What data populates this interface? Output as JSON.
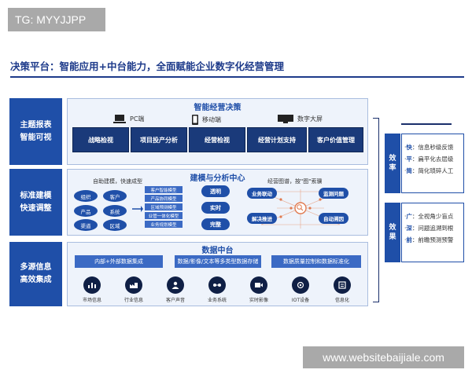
{
  "watermarks": {
    "top_left": "TG: MYYJJPP",
    "bottom_right": "www.websitebaijiale.com"
  },
  "headline": "决策平台：智能应用+中台能力，全面赋能企业数字化经营管理",
  "left_labels": [
    {
      "line1": "主题报表",
      "line2": "智能可视"
    },
    {
      "line1": "标准建模",
      "line2": "快速调整"
    },
    {
      "line1": "多源信息",
      "line2": "高效集成"
    }
  ],
  "top_band": {
    "title": "智能经营决策",
    "devices": [
      {
        "icon": "laptop-icon",
        "label": "PC端"
      },
      {
        "icon": "mobile-icon",
        "label": "移动端"
      },
      {
        "icon": "big-screen-icon",
        "label": "数字大屏"
      }
    ],
    "tiles": [
      "战略检视",
      "项目投产分析",
      "经营检视",
      "经营计划支持",
      "客户价值管理"
    ]
  },
  "middle_band": {
    "title": "建模与分析中心",
    "left_caption": "自助建模，快速成型",
    "entities": [
      "组织",
      "客户",
      "产品",
      "系统",
      "渠道",
      "区域"
    ],
    "models": [
      "客户智能模型",
      "产品协同模型",
      "区域预测模型",
      "业管一体化模型",
      "业务规划模型"
    ],
    "modes": [
      "透明",
      "实时",
      "完整"
    ],
    "right_caption": "经营图谱，按\"图\"索骥",
    "graph_nodes": [
      "业务联动",
      "监测问题",
      "解决推进",
      "自动溯因"
    ]
  },
  "bottom_band": {
    "title": "数据中台",
    "pills": [
      "内部+外部数据集成",
      "数据/影像/文本等多类型数据存储",
      "数据质量控制和数据标准化"
    ],
    "sources": [
      {
        "icon": "market-icon",
        "label": "市场信息"
      },
      {
        "icon": "industry-icon",
        "label": "行业信息"
      },
      {
        "icon": "customer-voice-icon",
        "label": "客户声音"
      },
      {
        "icon": "business-system-icon",
        "label": "业务系统"
      },
      {
        "icon": "video-icon",
        "label": "实时影像"
      },
      {
        "icon": "iot-icon",
        "label": "IOT设备"
      },
      {
        "icon": "other-data-icon",
        "label": "信息化"
      }
    ]
  },
  "right_panels": [
    {
      "label1": "效",
      "label2": "率",
      "items": [
        {
          "key": "快",
          "text": "信息秒级反馈"
        },
        {
          "key": "平",
          "text": "扁平化去层级"
        },
        {
          "key": "简",
          "text": "简化琐碎人工"
        }
      ]
    },
    {
      "label1": "效",
      "label2": "果",
      "items": [
        {
          "key": "广",
          "text": "全视角少盲点"
        },
        {
          "key": "深",
          "text": "问题追溯到根"
        },
        {
          "key": "前",
          "text": "前瞻预测预警"
        }
      ]
    }
  ],
  "colors": {
    "primary": "#1f4fa8",
    "dark_tile": "#1a3a7a",
    "band_bg": "#eef3fb",
    "watermark": "#a9a9a9"
  }
}
